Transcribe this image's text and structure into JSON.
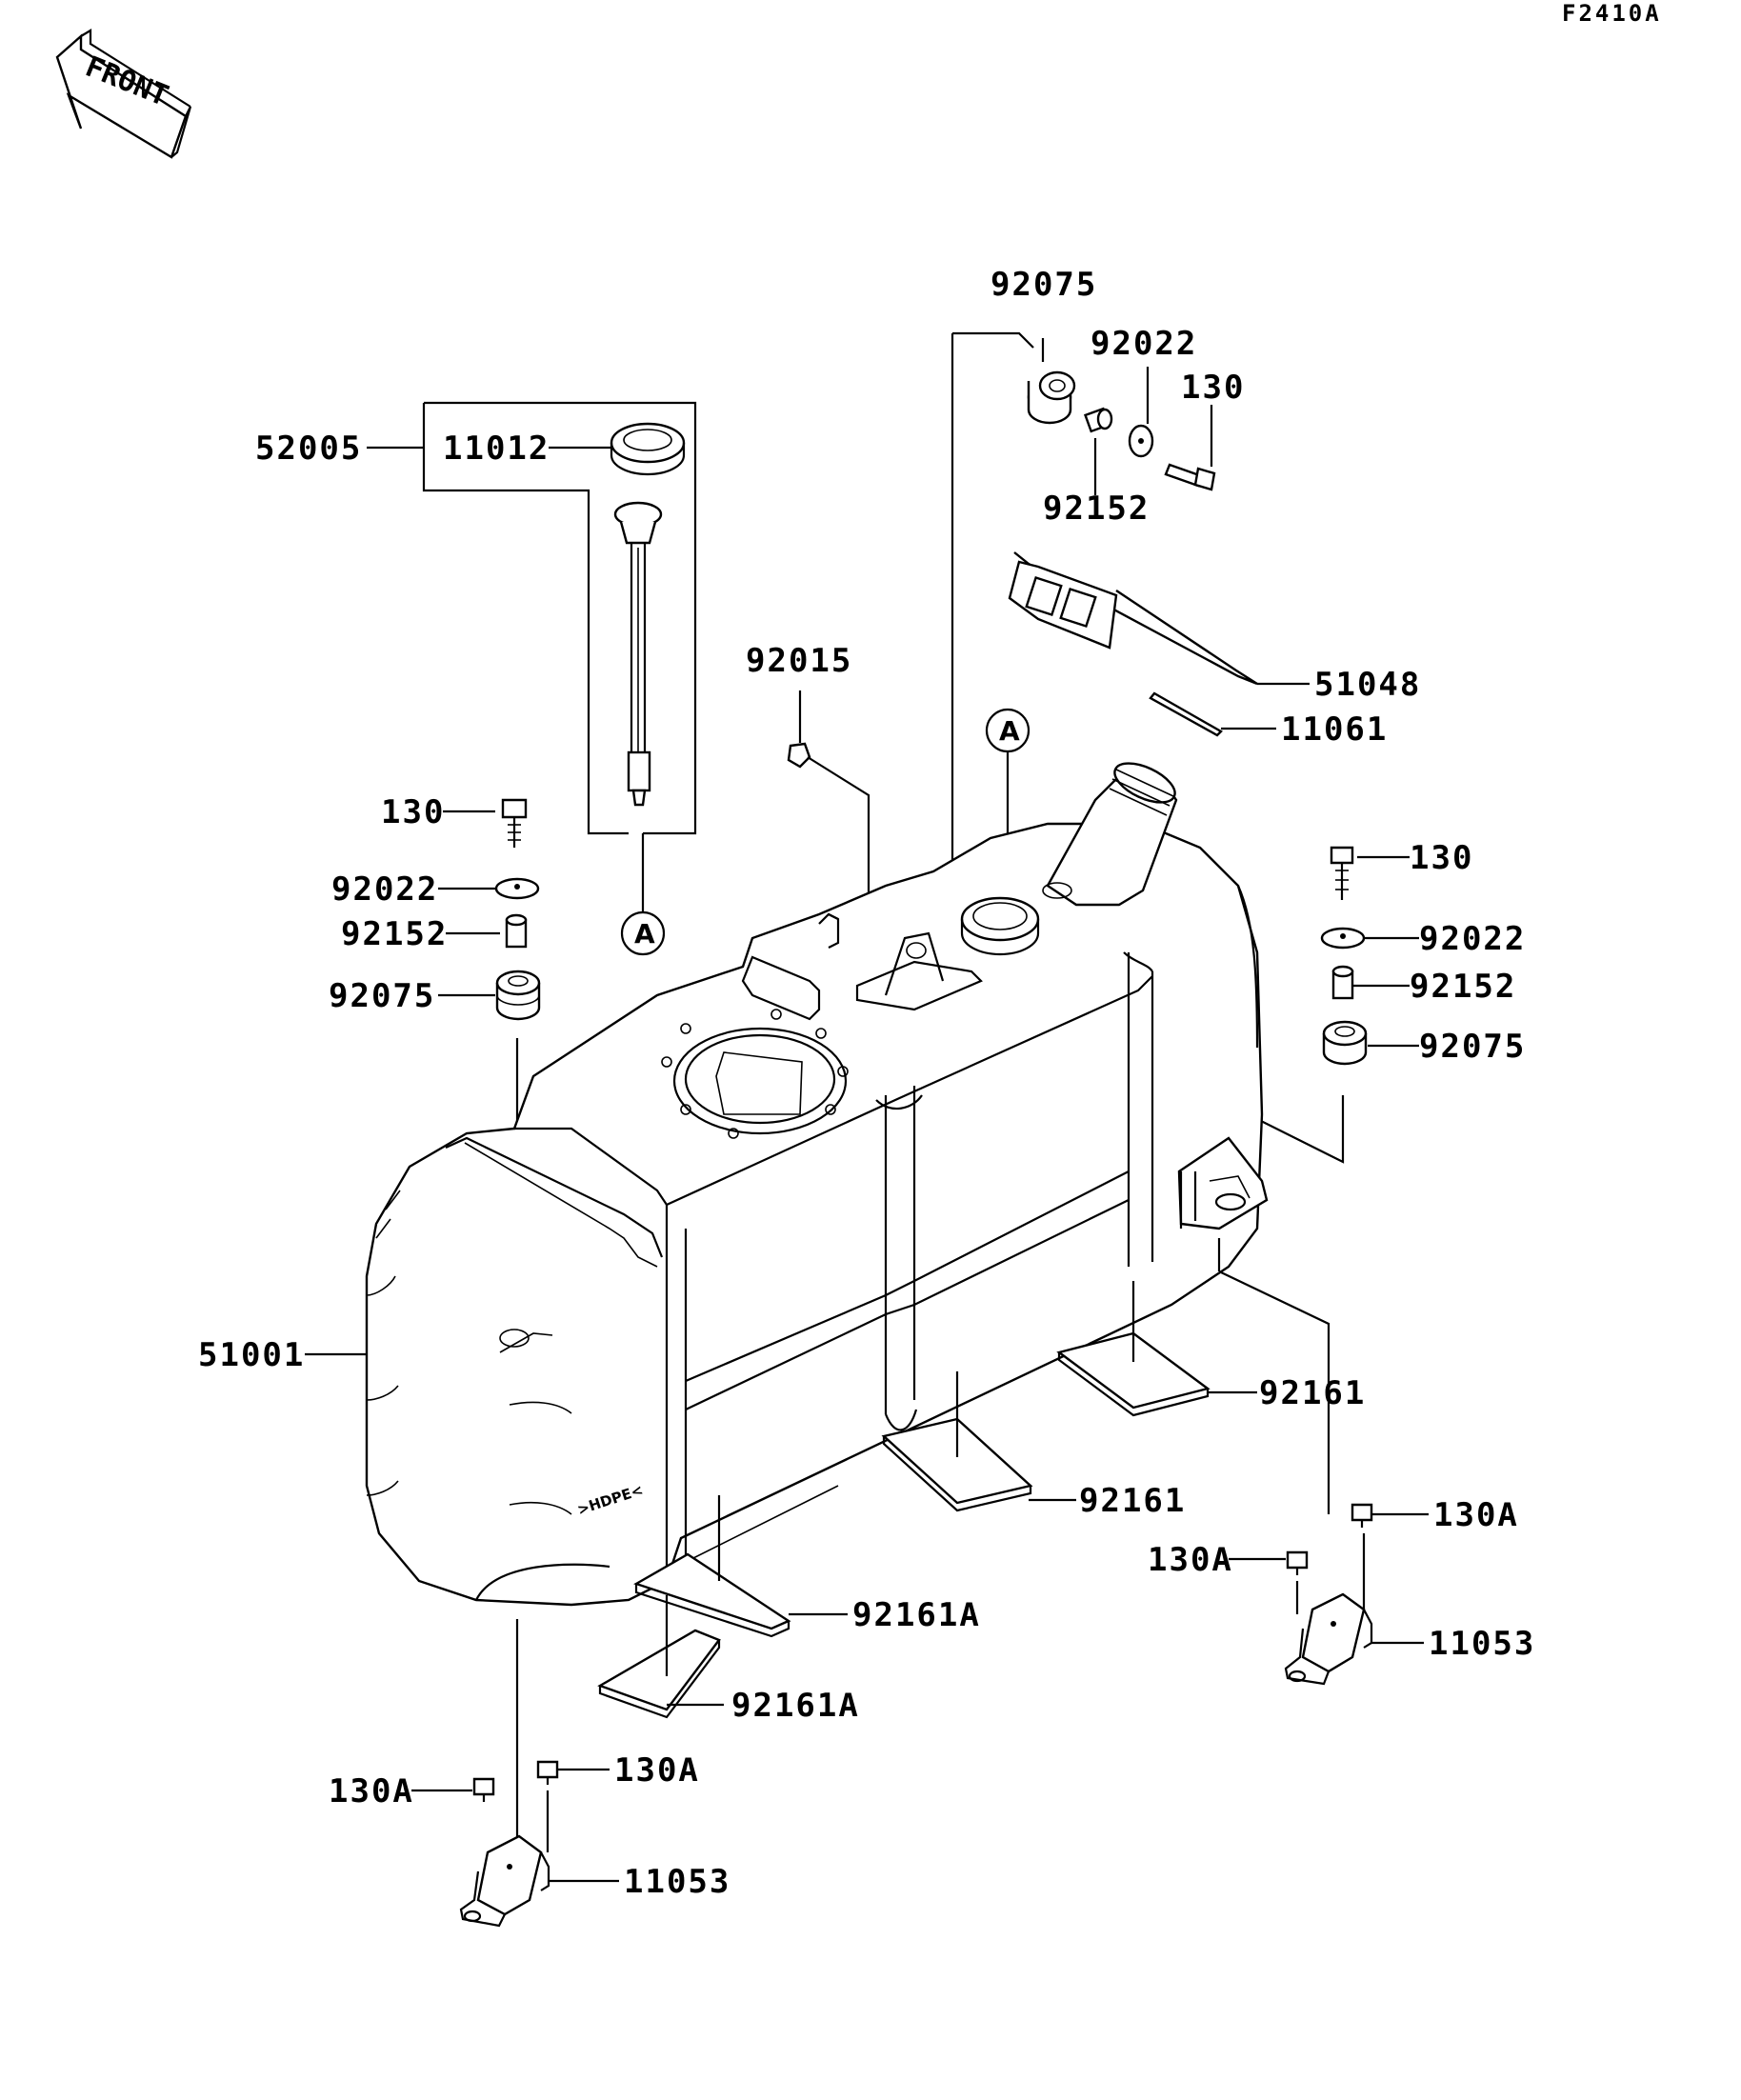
{
  "diagram": {
    "code": "F2410A",
    "front_label": "FRONT",
    "reference_mark": "A",
    "tank_marking": ">HDPE<",
    "labels": [
      {
        "id": "l-52005",
        "text": "52005"
      },
      {
        "id": "l-11012",
        "text": "11012"
      },
      {
        "id": "l-92075-top",
        "text": "92075"
      },
      {
        "id": "l-92022-top",
        "text": "92022"
      },
      {
        "id": "l-130-top",
        "text": "130"
      },
      {
        "id": "l-92152-top",
        "text": "92152"
      },
      {
        "id": "l-51048",
        "text": "51048"
      },
      {
        "id": "l-11061",
        "text": "11061"
      },
      {
        "id": "l-92015",
        "text": "92015"
      },
      {
        "id": "l-130-left",
        "text": "130"
      },
      {
        "id": "l-92022-left",
        "text": "92022"
      },
      {
        "id": "l-92152-left",
        "text": "92152"
      },
      {
        "id": "l-92075-left",
        "text": "92075"
      },
      {
        "id": "l-130-right",
        "text": "130"
      },
      {
        "id": "l-92022-right",
        "text": "92022"
      },
      {
        "id": "l-92152-right",
        "text": "92152"
      },
      {
        "id": "l-92075-right",
        "text": "92075"
      },
      {
        "id": "l-51001",
        "text": "51001"
      },
      {
        "id": "l-92161-right",
        "text": "92161"
      },
      {
        "id": "l-92161-mid",
        "text": "92161"
      },
      {
        "id": "l-92161A-1",
        "text": "92161A"
      },
      {
        "id": "l-92161A-2",
        "text": "92161A"
      },
      {
        "id": "l-130A-r1",
        "text": "130A"
      },
      {
        "id": "l-130A-r2",
        "text": "130A"
      },
      {
        "id": "l-11053-right",
        "text": "11053"
      },
      {
        "id": "l-130A-l1",
        "text": "130A"
      },
      {
        "id": "l-130A-l2",
        "text": "130A"
      },
      {
        "id": "l-11053-left",
        "text": "11053"
      }
    ]
  }
}
